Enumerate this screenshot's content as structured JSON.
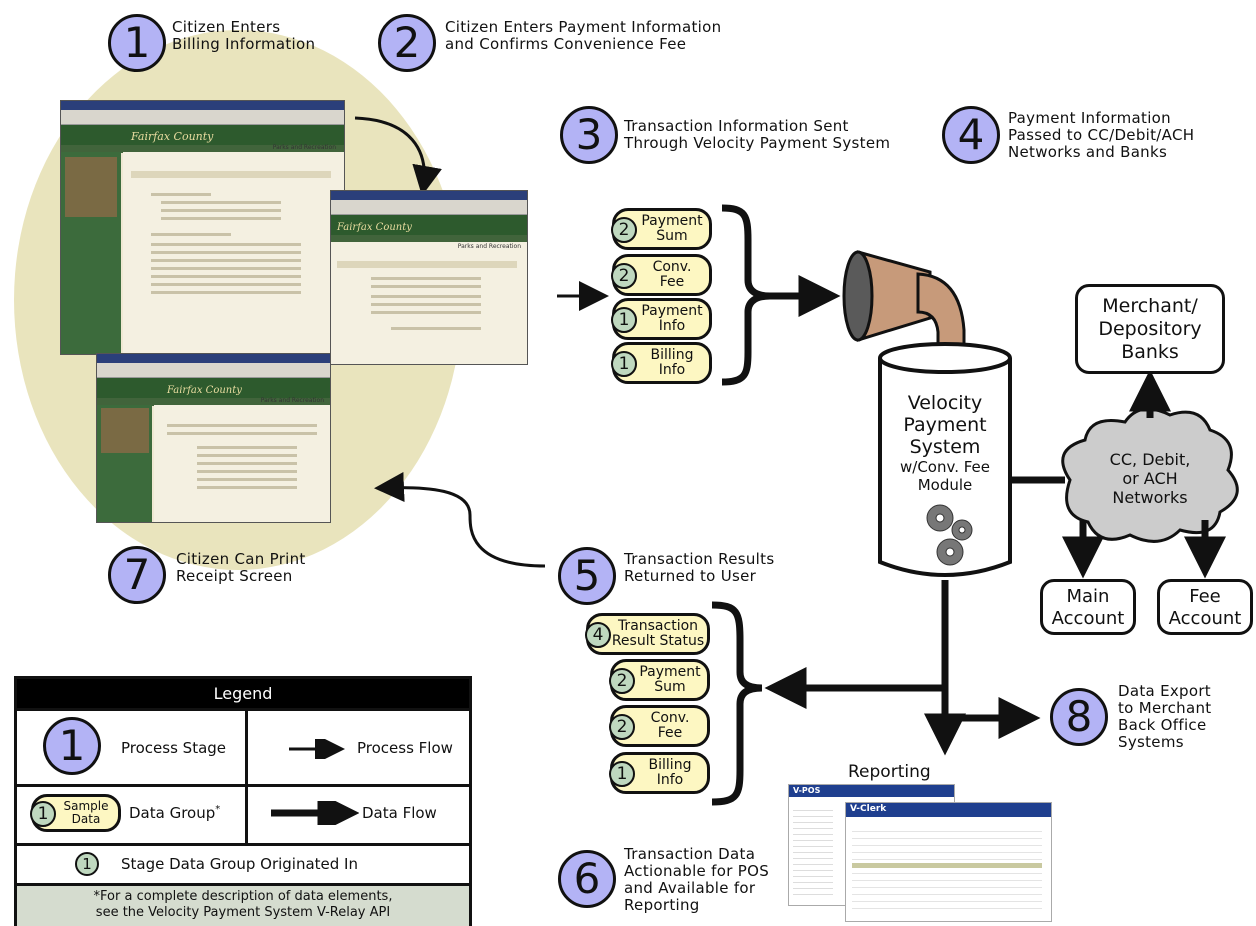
{
  "stages": {
    "s1": {
      "num": "1",
      "label_l1": "Citizen Enters",
      "label_l2": "Billing Information"
    },
    "s2": {
      "num": "2",
      "label_l1": "Citizen Enters Payment Information",
      "label_l2": "and Confirms Convenience Fee"
    },
    "s3": {
      "num": "3",
      "label_l1": "Transaction Information Sent",
      "label_l2": "Through Velocity Payment System"
    },
    "s4": {
      "num": "4",
      "label_l1": "Payment Information",
      "label_l2": "Passed to CC/Debit/ACH",
      "label_l3": "Networks and Banks"
    },
    "s5": {
      "num": "5",
      "label_l1": "Transaction Results",
      "label_l2": "Returned to User"
    },
    "s6": {
      "num": "6",
      "label_l1": "Transaction Data",
      "label_l2": "Actionable for POS",
      "label_l3": "and Available for",
      "label_l4": "Reporting"
    },
    "s7": {
      "num": "7",
      "label_l1": "Citizen Can Print",
      "label_l2": "Receipt Screen"
    },
    "s8": {
      "num": "8",
      "label_l1": "Data Export",
      "label_l2": "to Merchant",
      "label_l3": "Back Office",
      "label_l4": "Systems"
    }
  },
  "inbound_data_groups": [
    {
      "stage": "2",
      "l1": "Payment",
      "l2": "Sum"
    },
    {
      "stage": "2",
      "l1": "Conv.",
      "l2": "Fee"
    },
    {
      "stage": "1",
      "l1": "Payment",
      "l2": "Info"
    },
    {
      "stage": "1",
      "l1": "Billing",
      "l2": "Info"
    }
  ],
  "outbound_data_groups": [
    {
      "stage": "4",
      "l1": "Transaction",
      "l2": "Result Status"
    },
    {
      "stage": "2",
      "l1": "Payment",
      "l2": "Sum"
    },
    {
      "stage": "2",
      "l1": "Conv.",
      "l2": "Fee"
    },
    {
      "stage": "1",
      "l1": "Billing",
      "l2": "Info"
    }
  ],
  "system": {
    "l1": "Velocity",
    "l2": "Payment",
    "l3": "System",
    "l4": "w/Conv. Fee",
    "l5": "Module"
  },
  "network": {
    "l1": "CC, Debit,",
    "l2": "or ACH",
    "l3": "Networks"
  },
  "banks": {
    "l1": "Merchant/",
    "l2": "Depository",
    "l3": "Banks"
  },
  "main_account": {
    "l1": "Main",
    "l2": "Account"
  },
  "fee_account": {
    "l1": "Fee",
    "l2": "Account"
  },
  "reporting_label": "Reporting",
  "screens": {
    "site_title": "Fairfax County",
    "page_heading": "Parks and Recreation",
    "report_brand_1": "V-POS",
    "report_brand_2": "V-Clerk"
  },
  "legend": {
    "title": "Legend",
    "stage_num": "1",
    "process_stage": "Process Stage",
    "process_flow": "Process Flow",
    "sample_num": "1",
    "sample_l1": "Sample",
    "sample_l2": "Data",
    "data_group": "Data Group",
    "asterisk": "*",
    "data_flow": "Data Flow",
    "origin_num": "1",
    "origin_text": "Stage Data Group Originated In",
    "note_l1": "*For a complete description of data elements,",
    "note_l2": "see the Velocity Payment System V-Relay API"
  },
  "colors": {
    "stage_circle": "#b3b3f5",
    "data_group_fill": "#fdf7c2",
    "mini_circle": "#bfd8bf",
    "citizen_bg": "#e9e4bd",
    "funnel": "#c79a7a",
    "cloud": "#cccccc",
    "legend_header": "#000000",
    "legend_note_bg": "#d5dccf"
  }
}
